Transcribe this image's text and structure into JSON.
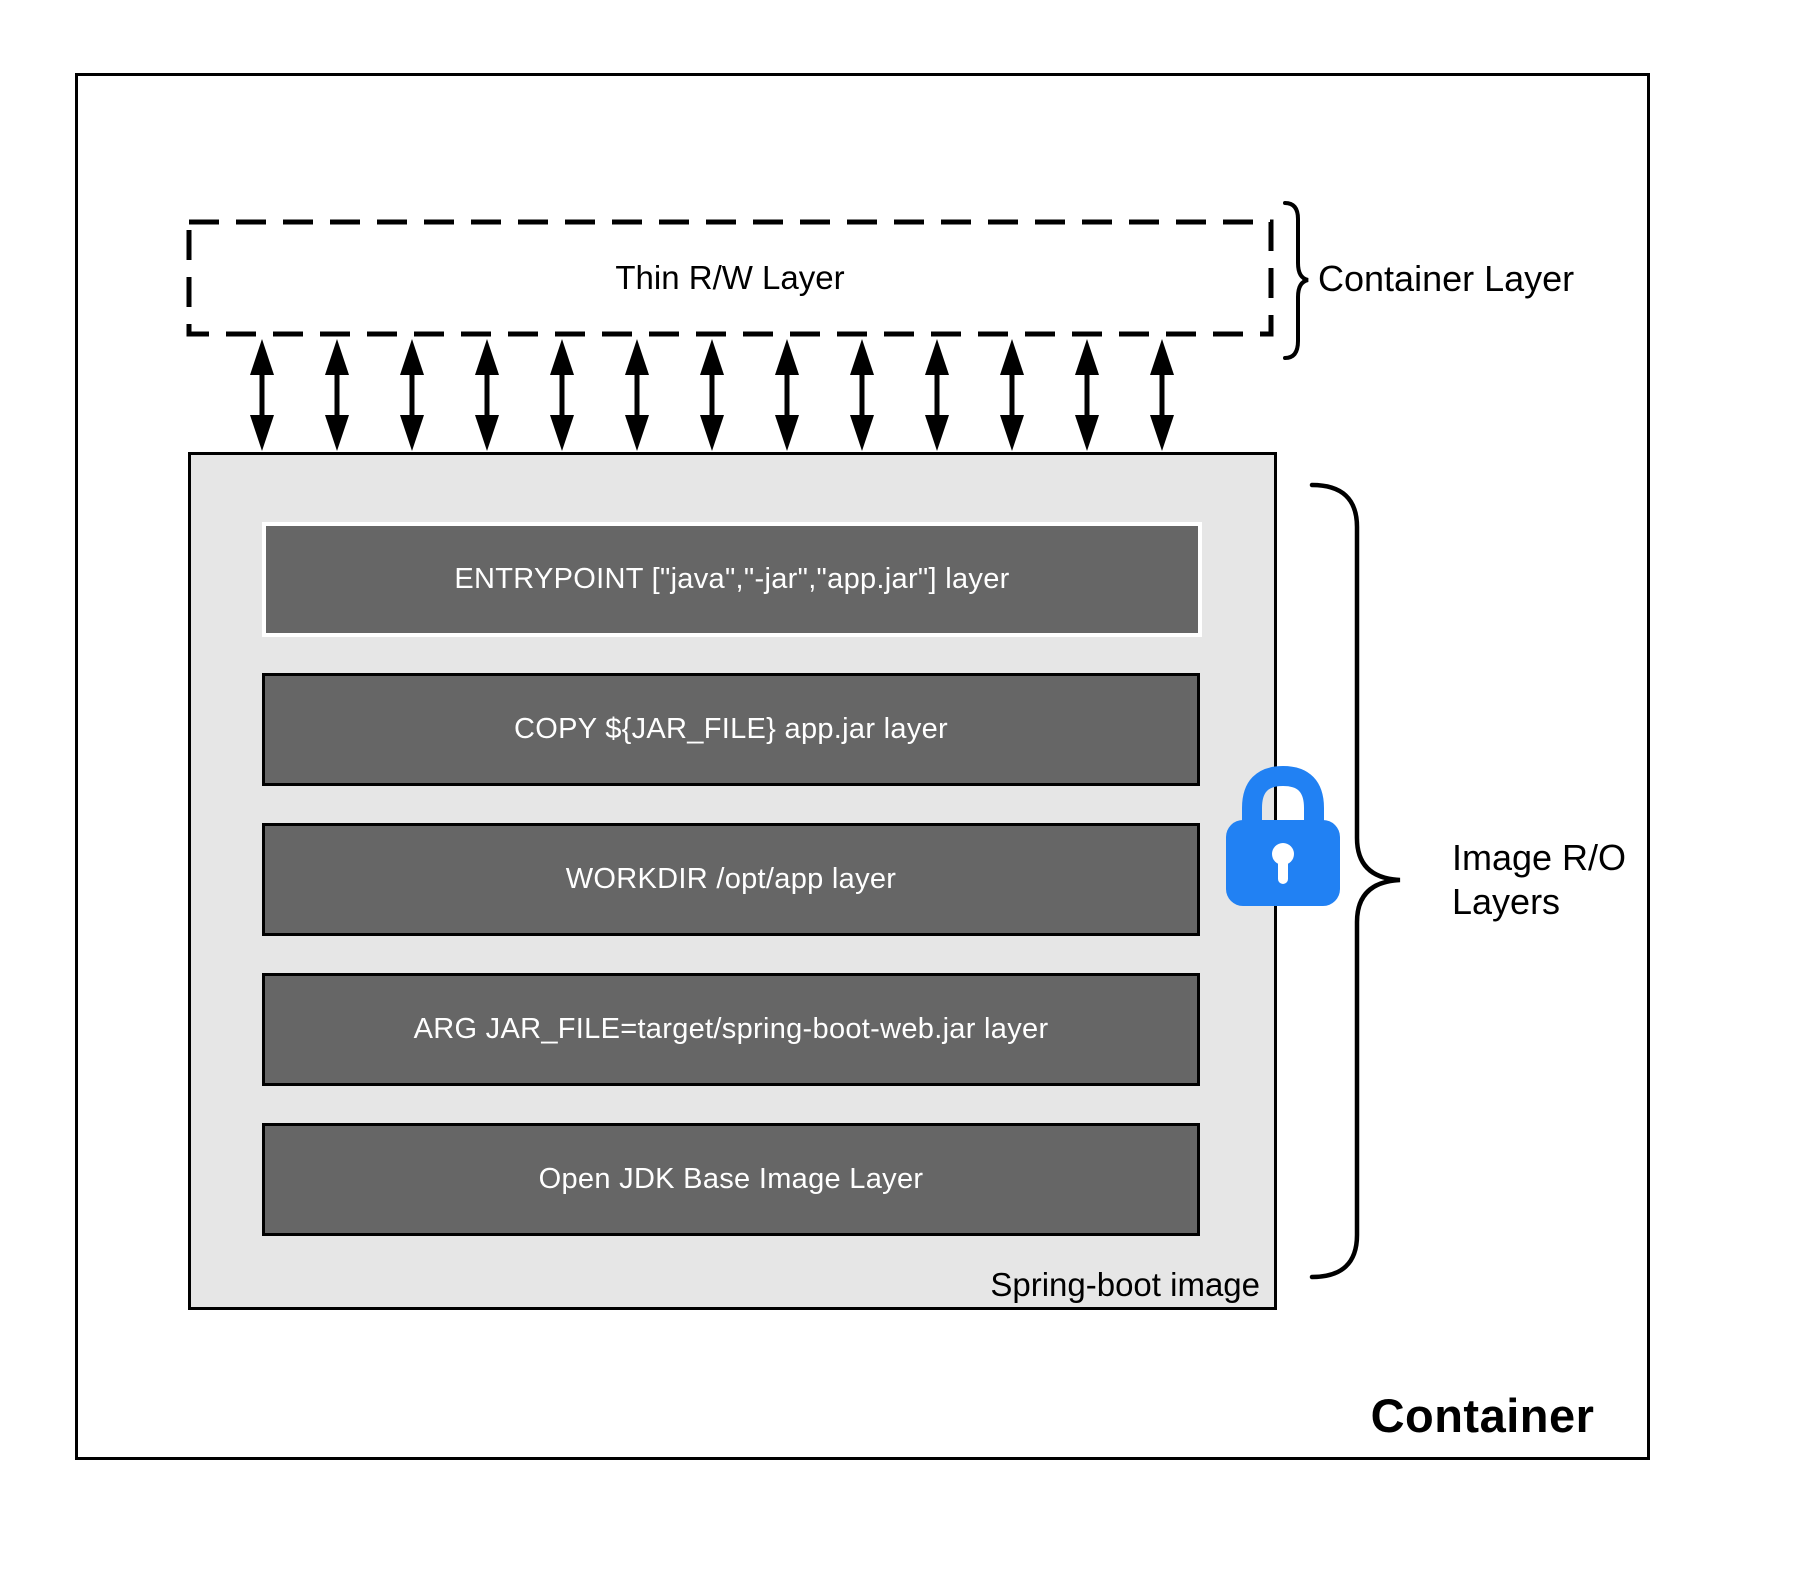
{
  "diagram": {
    "outer_label": "Container",
    "thin_layer": {
      "label": "Thin R/W Layer"
    },
    "container_layer_label": "Container Layer",
    "image_ro_label_line1": "Image R/O",
    "image_ro_label_line2": "Layers",
    "image": {
      "caption": "Spring-boot image",
      "layers": [
        {
          "label": "ENTRYPOINT [\"java\",\"-jar\",\"app.jar\"] layer"
        },
        {
          "label": "COPY ${JAR_FILE} app.jar layer"
        },
        {
          "label": "WORKDIR /opt/app layer"
        },
        {
          "label": "ARG JAR_FILE=target/spring-boot-web.jar layer"
        },
        {
          "label": "Open JDK Base Image Layer"
        }
      ]
    },
    "arrows": {
      "count": 13,
      "style": "bidirectional-vertical"
    },
    "icons": {
      "lock": "lock-icon"
    },
    "colors": {
      "layer_fill": "#666666",
      "image_fill": "#e6e6e6",
      "lock_blue": "#2181f3",
      "line": "#000000"
    }
  }
}
